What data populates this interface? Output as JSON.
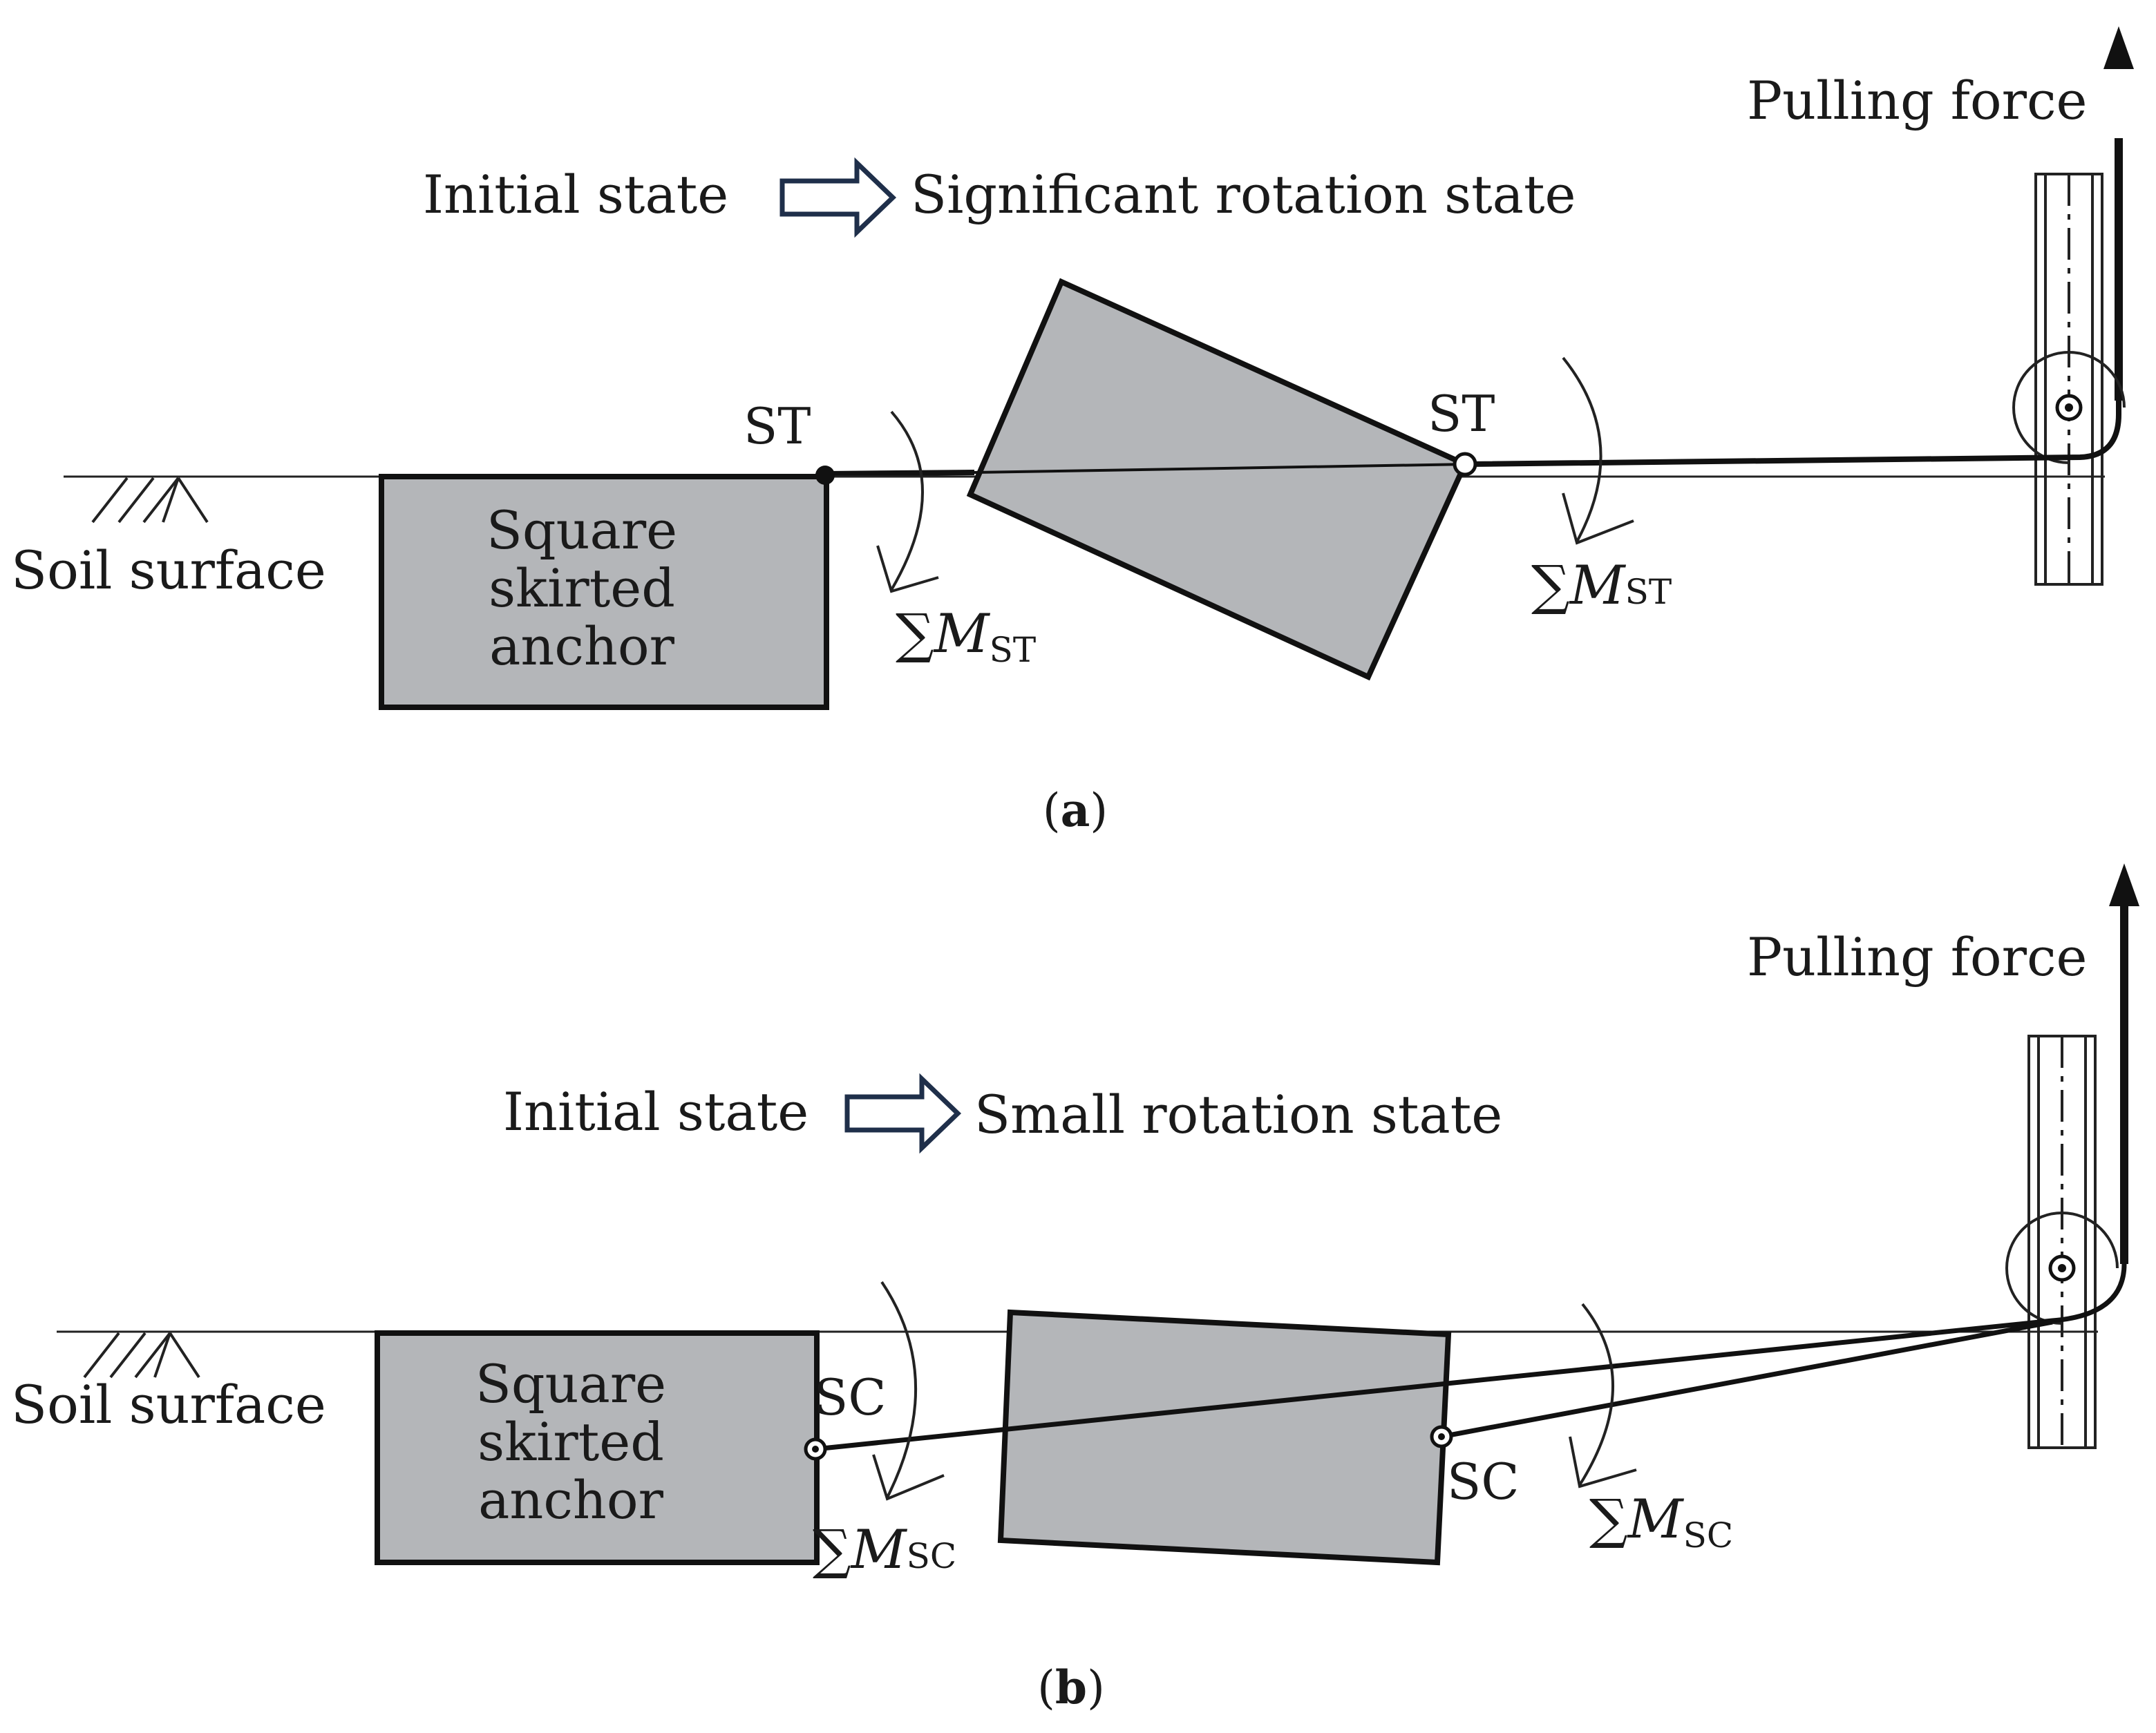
{
  "colors": {
    "anchor_fill": "#b4b6b9",
    "stroke": "#111111",
    "arrow_outline": "#1f2f4a",
    "background": "#ffffff"
  },
  "panel_a": {
    "initial_state": "Initial state",
    "final_state": "Significant rotation state",
    "pulling_force": "Pulling force",
    "soil_surface": "Soil surface",
    "anchor_line1": "Square",
    "anchor_line2": "skirted",
    "anchor_line3": "anchor",
    "point_left": "ST",
    "point_right": "ST",
    "moment_left": "∑M",
    "moment_left_sub": "ST",
    "moment_right": "∑M",
    "moment_right_sub": "ST",
    "caption_open": "(",
    "caption_letter": "a",
    "caption_close": ")"
  },
  "panel_b": {
    "initial_state": "Initial state",
    "final_state": "Small rotation state",
    "pulling_force": "Pulling force",
    "soil_surface": "Soil surface",
    "anchor_line1": "Square",
    "anchor_line2": "skirted",
    "anchor_line3": "anchor",
    "point_left": "SC",
    "point_right": "SC",
    "moment_left": "∑M",
    "moment_left_sub": "SC",
    "moment_right": "∑M",
    "moment_right_sub": "SC",
    "caption_open": "(",
    "caption_letter": "b",
    "caption_close": ")"
  }
}
